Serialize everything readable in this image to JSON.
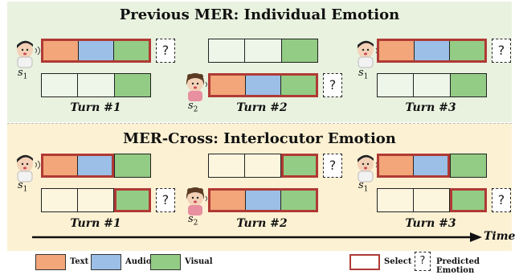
{
  "top_panel": {
    "title": "Previous MER: Individual Emotion",
    "turns": [
      "Turn #1",
      "Turn #2",
      "Turn #3"
    ]
  },
  "bottom_panel": {
    "title": "MER-Cross: Interlocutor Emotion",
    "turns": [
      "Turn #1",
      "Turn #2",
      "Turn #3"
    ]
  },
  "speakers": {
    "s1": "s",
    "s1_sub": "1",
    "s2": "s",
    "s2_sub": "2"
  },
  "question_mark": "?",
  "time_label": "Time",
  "legend": {
    "text": "Text",
    "audio": "Audio",
    "visual": "Visual",
    "select": "Select",
    "predicted": "Predicted Emotion"
  },
  "colors": {
    "text": "#f2a679",
    "audio": "#9bbfe6",
    "visual": "#93cc84",
    "select_border": "#b03a35",
    "top_panel_bg": "#e9f2df",
    "bottom_panel_bg": "#fcf1d3"
  }
}
